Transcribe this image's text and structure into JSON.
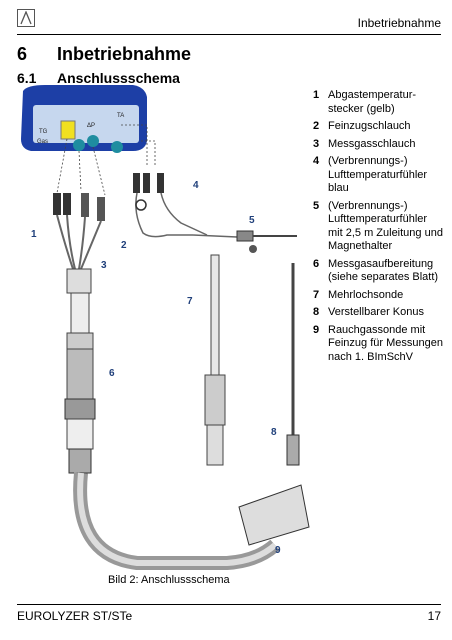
{
  "header": {
    "running_head": "Inbetriebnahme"
  },
  "chapter": {
    "number": "6",
    "title": "Inbetriebnahme"
  },
  "section": {
    "number": "6.1",
    "title": "Anschlussschema"
  },
  "legend": [
    {
      "num": "1",
      "text": "Abgastemperatur-stecker (gelb)"
    },
    {
      "num": "2",
      "text": "Feinzugschlauch"
    },
    {
      "num": "3",
      "text": "Messgasschlauch"
    },
    {
      "num": "4",
      "text": "(Verbrennungs-) Lufttemperaturfühler blau"
    },
    {
      "num": "5",
      "text": "(Verbrennungs-) Lufttemperaturfühler mit 2,5 m Zuleitung und Magnethalter"
    },
    {
      "num": "6",
      "text": "Messgasaufbereitung (siehe separates Blatt)"
    },
    {
      "num": "7",
      "text": "Mehrlochsonde"
    },
    {
      "num": "8",
      "text": "Verstellbarer Konus"
    },
    {
      "num": "9",
      "text": "Rauchgassonde mit Feinzug für Messungen nach 1. BImSchV"
    }
  ],
  "figure": {
    "callouts": [
      "1",
      "2",
      "3",
      "4",
      "5",
      "6",
      "7",
      "8",
      "9"
    ],
    "panel_labels": [
      "TG",
      "ΔP",
      "TA",
      "Gas"
    ],
    "caption": "Bild 2: Anschlussschema"
  },
  "footer": {
    "product": "EUROLYZER ST/STe",
    "page": "17"
  },
  "colors": {
    "device_body": "#1d3fa6",
    "panel": "#c6d7ee",
    "yellow": "#f0e020",
    "teal": "#1f8da0",
    "callout": "#1f3f7a"
  }
}
